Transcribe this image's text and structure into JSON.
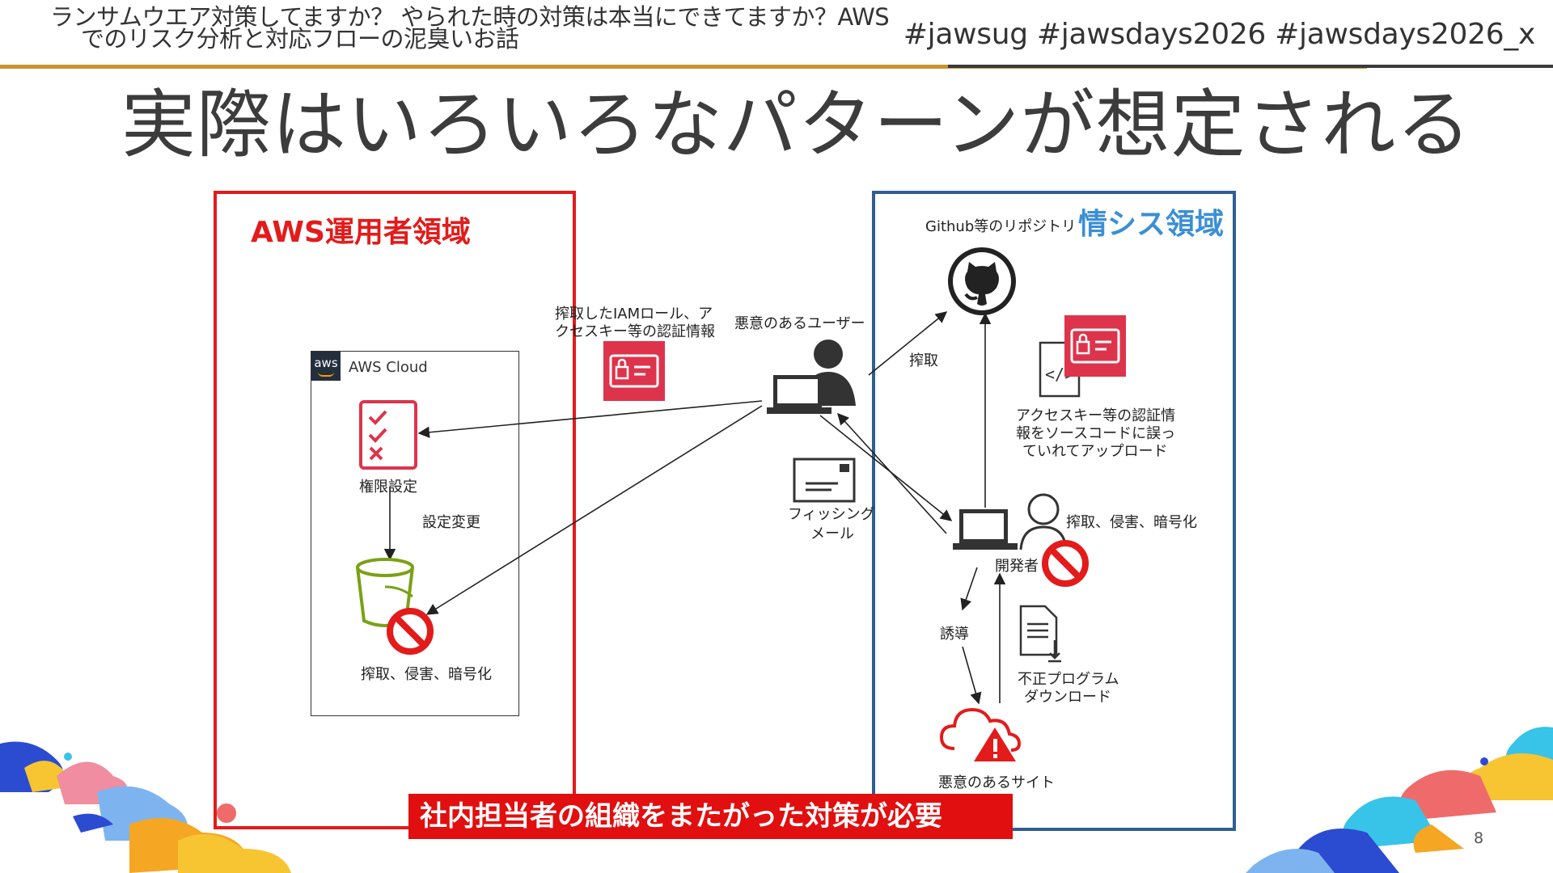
{
  "header": {
    "title_line1": "ランサムウエア対策してますか？ やられた時の対策は本当にできてますか？AWS",
    "title_line2": "でのリスク分析と対応フローの泥臭いお話",
    "hashtags": "#jawsug #jawsdays2026 #jawsdays2026_x"
  },
  "slide": {
    "title": "実際はいろいろなパターンが想定される",
    "page_number": "8",
    "banner": "社内担当者の組織をまたがった対策が必要"
  },
  "regions": {
    "aws_operator": "AWS運用者領域",
    "info_sys": "情シス領域"
  },
  "aws_cloud": {
    "label": "AWS Cloud",
    "logo_text": "aws",
    "permission_label": "権限設定",
    "config_change": "設定変更",
    "bucket_label": "搾取、侵害、暗号化"
  },
  "center": {
    "credentials_label_1": "搾取したIAMロール、ア",
    "credentials_label_2": "クセスキー等の認証情報",
    "malicious_user": "悪意のあるユーザー",
    "phishing_1": "フィッシング",
    "phishing_2": "メール"
  },
  "info": {
    "repo_label": "Github等のリポジトリ",
    "exploit": "搾取",
    "upload_1": "アクセスキー等の認証情",
    "upload_2": "報をソースコードに誤っ",
    "upload_3": "ていれてアップロード",
    "dev_attack": "搾取、侵害、暗号化",
    "developer": "開発者",
    "lure": "誘導",
    "download_1": "不正プログラム",
    "download_2": "ダウンロード",
    "malicious_site": "悪意のあるサイト"
  },
  "colors": {
    "aws_red": "#e31b1b",
    "info_blue": "#2d5f93",
    "info_label_blue": "#3b8fd4",
    "gold_rule": "#c8962e",
    "credential_red": "#dd344c",
    "bucket_green": "#7aa116",
    "cloud_red": "#e31b1b"
  }
}
